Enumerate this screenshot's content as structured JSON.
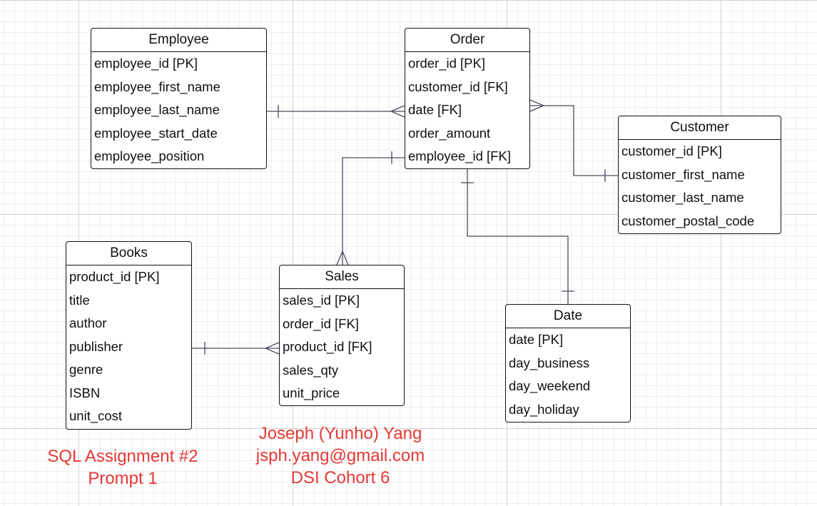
{
  "colors": {
    "line": "#4a4a5e",
    "border": "#111111",
    "note_text": "#e53935"
  },
  "entities": {
    "employee": {
      "title": "Employee",
      "fields": [
        "employee_id [PK]",
        "employee_first_name",
        "employee_last_name",
        "employee_start_date",
        "employee_position"
      ]
    },
    "order": {
      "title": "Order",
      "fields": [
        "order_id [PK]",
        "customer_id [FK]",
        "date [FK]",
        "order_amount",
        "employee_id [FK]"
      ]
    },
    "customer": {
      "title": "Customer",
      "fields": [
        "customer_id [PK]",
        "customer_first_name",
        "customer_last_name",
        "customer_postal_code"
      ]
    },
    "books": {
      "title": "Books",
      "fields": [
        "product_id [PK]",
        "title",
        "author",
        "publisher",
        "genre",
        "ISBN",
        "unit_cost"
      ]
    },
    "sales": {
      "title": "Sales",
      "fields": [
        "sales_id [PK]",
        "order_id [FK]",
        "product_id [FK]",
        "sales_qty",
        "unit_price"
      ]
    },
    "date": {
      "title": "Date",
      "fields": [
        "date [PK]",
        "day_business",
        "day_weekend",
        "day_holiday"
      ]
    }
  },
  "notes": {
    "assignment": {
      "line1": "SQL Assignment #2",
      "line2": "Prompt 1"
    },
    "author": {
      "line1": "Joseph (Yunho) Yang",
      "line2": "jsph.yang@gmail.com",
      "line3": "DSI Cohort 6"
    }
  }
}
